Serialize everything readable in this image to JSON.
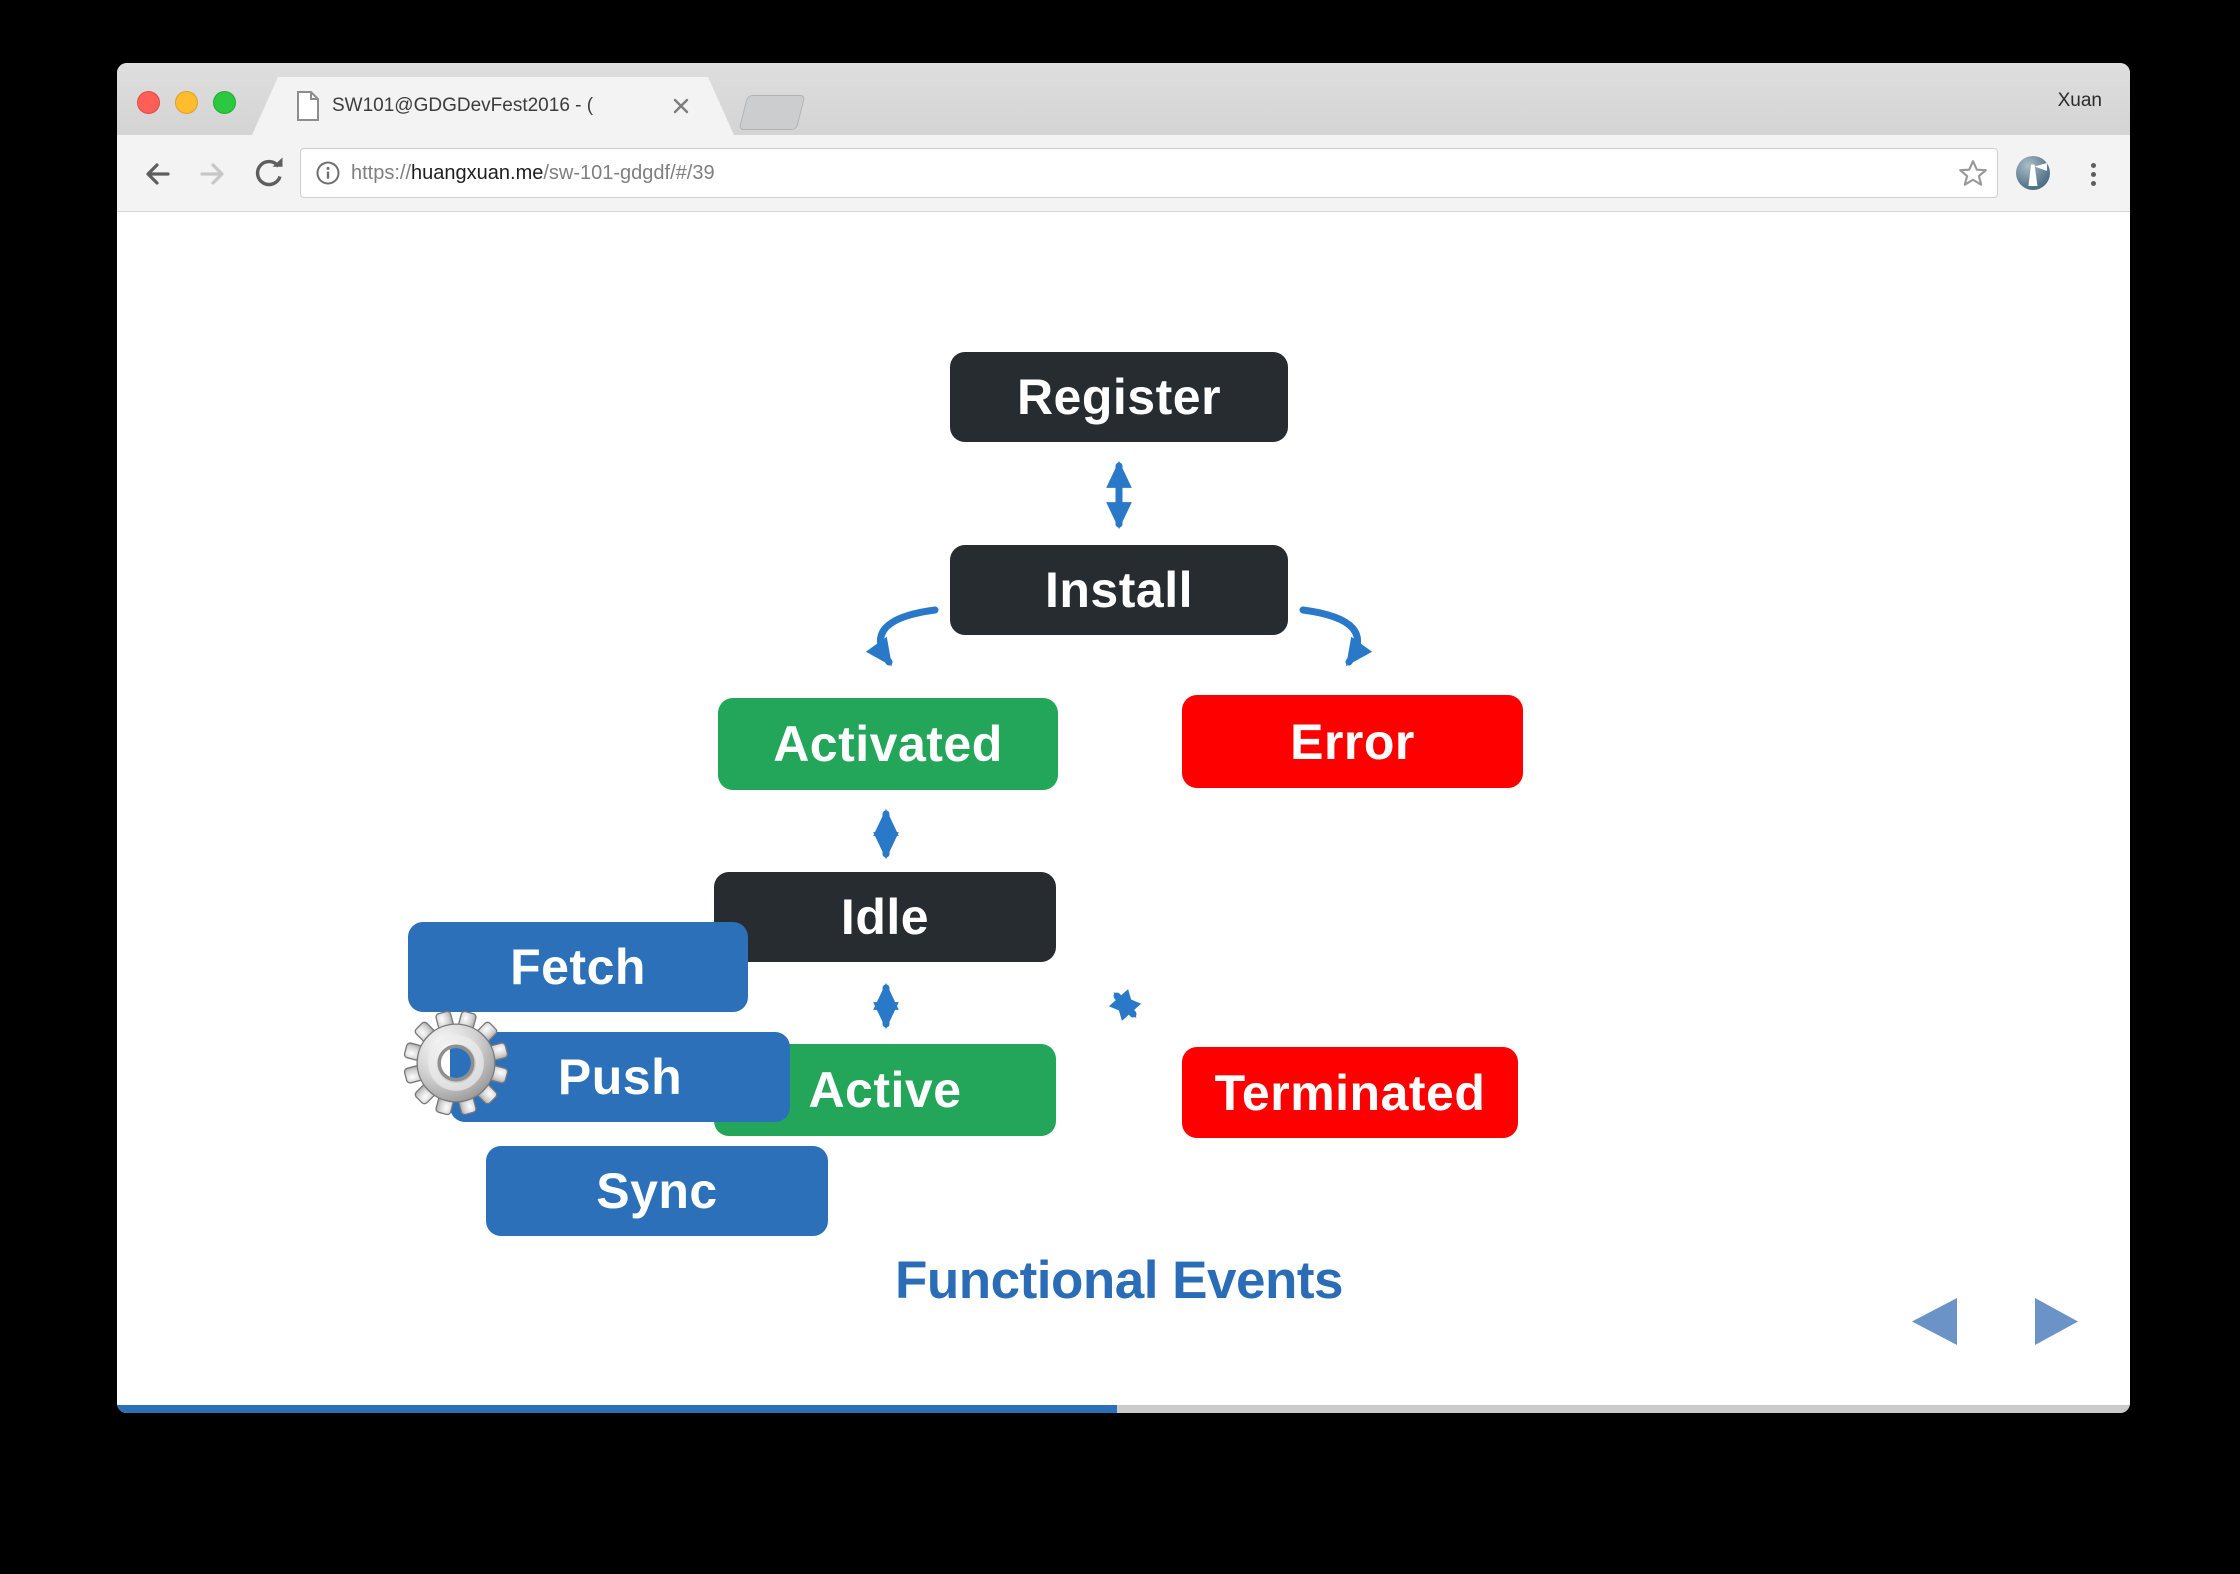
{
  "window": {
    "profile_name": "Xuan",
    "traffic_lights": {
      "close": "#ff5f57",
      "minimize": "#febc2e",
      "zoom": "#2bc840"
    }
  },
  "tab": {
    "title": "SW101@GDGDevFest2016 - (",
    "close_glyph": "×"
  },
  "toolbar": {
    "url_scheme": "https://",
    "url_host": "huangxuan.me",
    "url_path": "/sw-101-gdgdf/#/39",
    "icons": [
      "back-arrow",
      "forward-arrow",
      "reload",
      "page-info",
      "bookmark-star",
      "profile-avatar",
      "overflow-menu"
    ]
  },
  "slide": {
    "boxes": {
      "register": {
        "label": "Register",
        "color": "#272c31"
      },
      "install": {
        "label": "Install",
        "color": "#272c31"
      },
      "activated": {
        "label": "Activated",
        "color": "#23a55a"
      },
      "error": {
        "label": "Error",
        "color": "#fe0000"
      },
      "idle": {
        "label": "Idle",
        "color": "#272c31"
      },
      "fetch": {
        "label": "Fetch",
        "color": "#2b70b9"
      },
      "push": {
        "label": "Push",
        "color": "#2b70b9"
      },
      "sync": {
        "label": "Sync",
        "color": "#2b70b9"
      },
      "active": {
        "label": "Active",
        "color": "#23a55a"
      },
      "terminated": {
        "label": "Terminated",
        "color": "#fe0000"
      }
    },
    "caption": "Functional Events",
    "colors": {
      "arrow": "#2979c8",
      "caption": "#2a6cb5",
      "nav_triangle": "#6b93c8",
      "progress_fill": "#2a70b8",
      "progress_track": "#cbcbcb"
    },
    "progress_fraction": 0.497
  }
}
